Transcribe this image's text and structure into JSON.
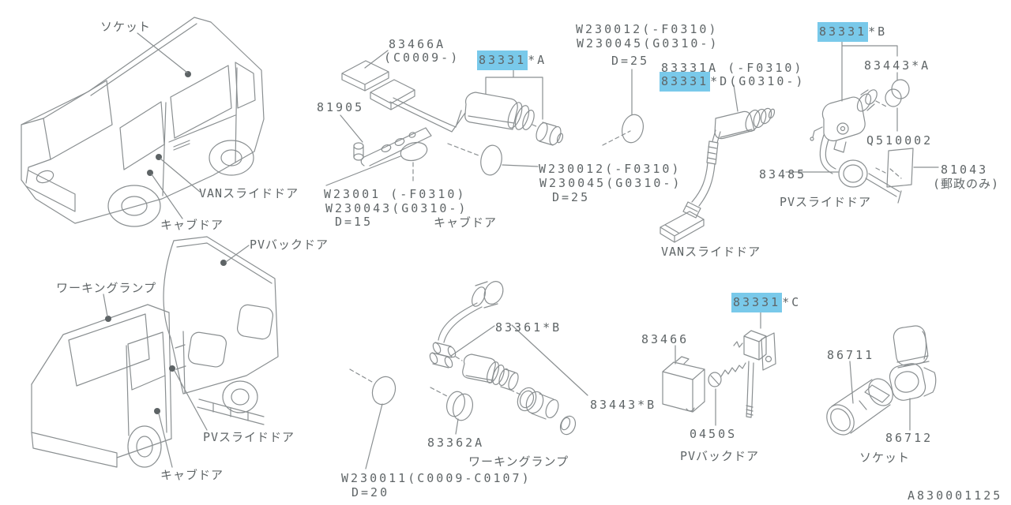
{
  "diagram": {
    "code": "A830001125",
    "highlight_color": "#79c9ea",
    "line_color": "#8a8f91",
    "text_color": "#5f6567"
  },
  "vehicles": {
    "van": {
      "socket": "ソケット",
      "slide_door": "VANスライドドア",
      "cab_door": "キャブドア"
    },
    "truck": {
      "working_lamp": "ワーキングランプ",
      "back_door": "PVバックドア",
      "slide_door": "PVスライドドア",
      "cab_door": "キャブドア"
    }
  },
  "parts": {
    "p83466a": {
      "num": "83466A",
      "range": "(C0009-)"
    },
    "p81905": {
      "num": "81905"
    },
    "p83331_a": {
      "num": "83331",
      "suffix": "*A"
    },
    "w23001": {
      "l1": "W23001 (-F0310)",
      "l2": "W230043(G0310-)",
      "l3": "D=15",
      "caption": "キャブドア"
    },
    "w230012_top": {
      "l1": "W230012(-F0310)",
      "l2": "W230045(G0310-)",
      "l3": "D=25"
    },
    "p83331a_d": {
      "l1": "83331A (-F0310)",
      "num": "83331",
      "suffix": "*D(G0310-)"
    },
    "p83331_b": {
      "num": "83331",
      "suffix": "*B"
    },
    "p83443_a": {
      "num": "83443*A"
    },
    "q510002": {
      "num": "Q510002"
    },
    "p83485": {
      "num": "83485"
    },
    "p81043": {
      "num": "81043",
      "note": "(郵政のみ)"
    },
    "pv_slide_caption": "PVスライドドア",
    "w230012_mid": {
      "l1": "W230012(-F0310)",
      "l2": "W230045(G0310-)",
      "l3": "D=25",
      "caption": "VANスライドドア"
    },
    "p83361_b": {
      "num": "83361*B"
    },
    "p83362a": {
      "num": "83362A"
    },
    "working_lamp_caption": "ワーキングランプ",
    "w230011": {
      "l1": "W230011(C0009-C0107)",
      "l2": "D=20"
    },
    "p83443_b": {
      "num": "83443*B"
    },
    "p83466": {
      "num": "83466"
    },
    "p83331_c": {
      "num": "83331",
      "suffix": "*C"
    },
    "p0450s": {
      "num": "0450S"
    },
    "pv_back_caption": "PVバックドア",
    "p86711": {
      "num": "86711"
    },
    "p86712": {
      "num": "86712"
    },
    "socket_caption": "ソケット"
  }
}
